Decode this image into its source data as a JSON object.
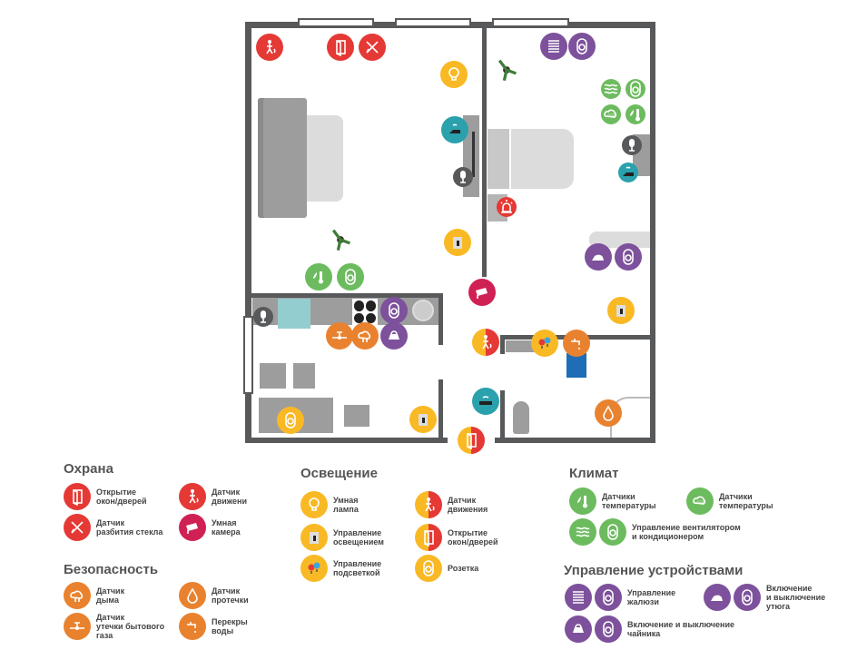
{
  "legend": {
    "security": {
      "title": "Охрана",
      "items": [
        {
          "label": "Открытие\nокон/дверей",
          "icon": "door-icon"
        },
        {
          "label": "Датчик\nдвижени",
          "icon": "motion-icon"
        },
        {
          "label": "Датчик\nразбития стекла",
          "icon": "glass-break-icon"
        },
        {
          "label": "Умная\nкамера",
          "icon": "camera-icon"
        }
      ]
    },
    "safety": {
      "title": "Безопасность",
      "items": [
        {
          "label": "Датчик\nдыма",
          "icon": "smoke-icon"
        },
        {
          "label": "Датчик\nпротечки",
          "icon": "leak-icon"
        },
        {
          "label": "Датчик\nутечки бытового\nгаза",
          "icon": "gas-icon"
        },
        {
          "label": "Перекры\nводы",
          "icon": "tap-icon"
        }
      ]
    },
    "lighting": {
      "title": "Освещение",
      "items": [
        {
          "label": "Умная\nлампа",
          "icon": "bulb-icon"
        },
        {
          "label": "Датчик\nдвижения",
          "icon": "motion-icon"
        },
        {
          "label": "Управление\nосвещением",
          "icon": "switch-icon"
        },
        {
          "label": "Открытие\nокон/дверей",
          "icon": "door-icon"
        },
        {
          "label": "Управление\nподсветкой",
          "icon": "backlight-icon"
        },
        {
          "label": "Розетка",
          "icon": "socket-icon"
        }
      ]
    },
    "climate": {
      "title": "Климат",
      "items": [
        {
          "label": "Датчики\nтемпературы",
          "icon": "thermometer-icon"
        },
        {
          "label": "Датчики\nтемпературы",
          "icon": "co2-icon"
        },
        {
          "label": "Управление вентилятором\nи кондиционером",
          "icon": "fan-icon"
        }
      ]
    },
    "devices": {
      "title": "Управление устройствами",
      "items": [
        {
          "label": "Управление\nжалюзи",
          "icon": "blinds-icon"
        },
        {
          "label": "Включение\nи выключение\nутюга",
          "icon": "iron-icon"
        },
        {
          "label": "Включение и выключение\nчайника",
          "icon": "kettle-icon"
        }
      ]
    }
  },
  "colors": {
    "security": "#e53935",
    "lighting": "#f9b925",
    "climate": "#6dbb5f",
    "devices": "#7d519b",
    "safety": "#e9822f",
    "hub": "#2aa1ac",
    "wall": "#58595b"
  }
}
